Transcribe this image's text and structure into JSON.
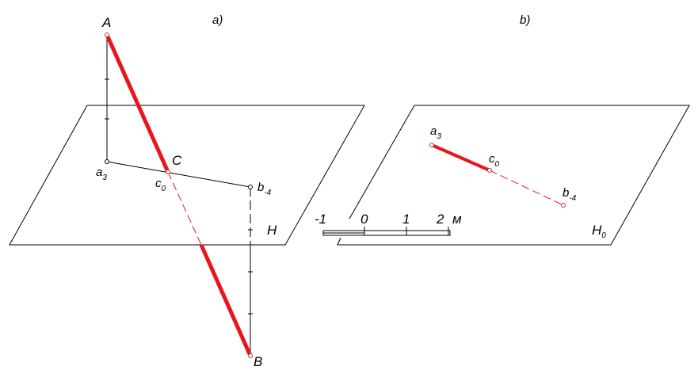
{
  "panels": {
    "a": {
      "caption": "a)",
      "point_A": "A",
      "point_B": "B",
      "point_C": "C",
      "a_label": "a",
      "a_index": "3",
      "c_label": "c",
      "c_index": "0",
      "b_label": "b",
      "b_index": "-4",
      "plane_label": "H"
    },
    "b": {
      "caption": "b)",
      "a_label": "a",
      "a_index": "3",
      "c_label": "c",
      "c_index": "0",
      "b_label": "b",
      "b_index": "-4",
      "plane_label": "H",
      "plane_index": "0"
    }
  },
  "scale": {
    "ticks": [
      "-1",
      "0",
      "1",
      "2"
    ],
    "unit": "м"
  },
  "colors": {
    "segment": "#e8161b",
    "lines": "#000000"
  }
}
